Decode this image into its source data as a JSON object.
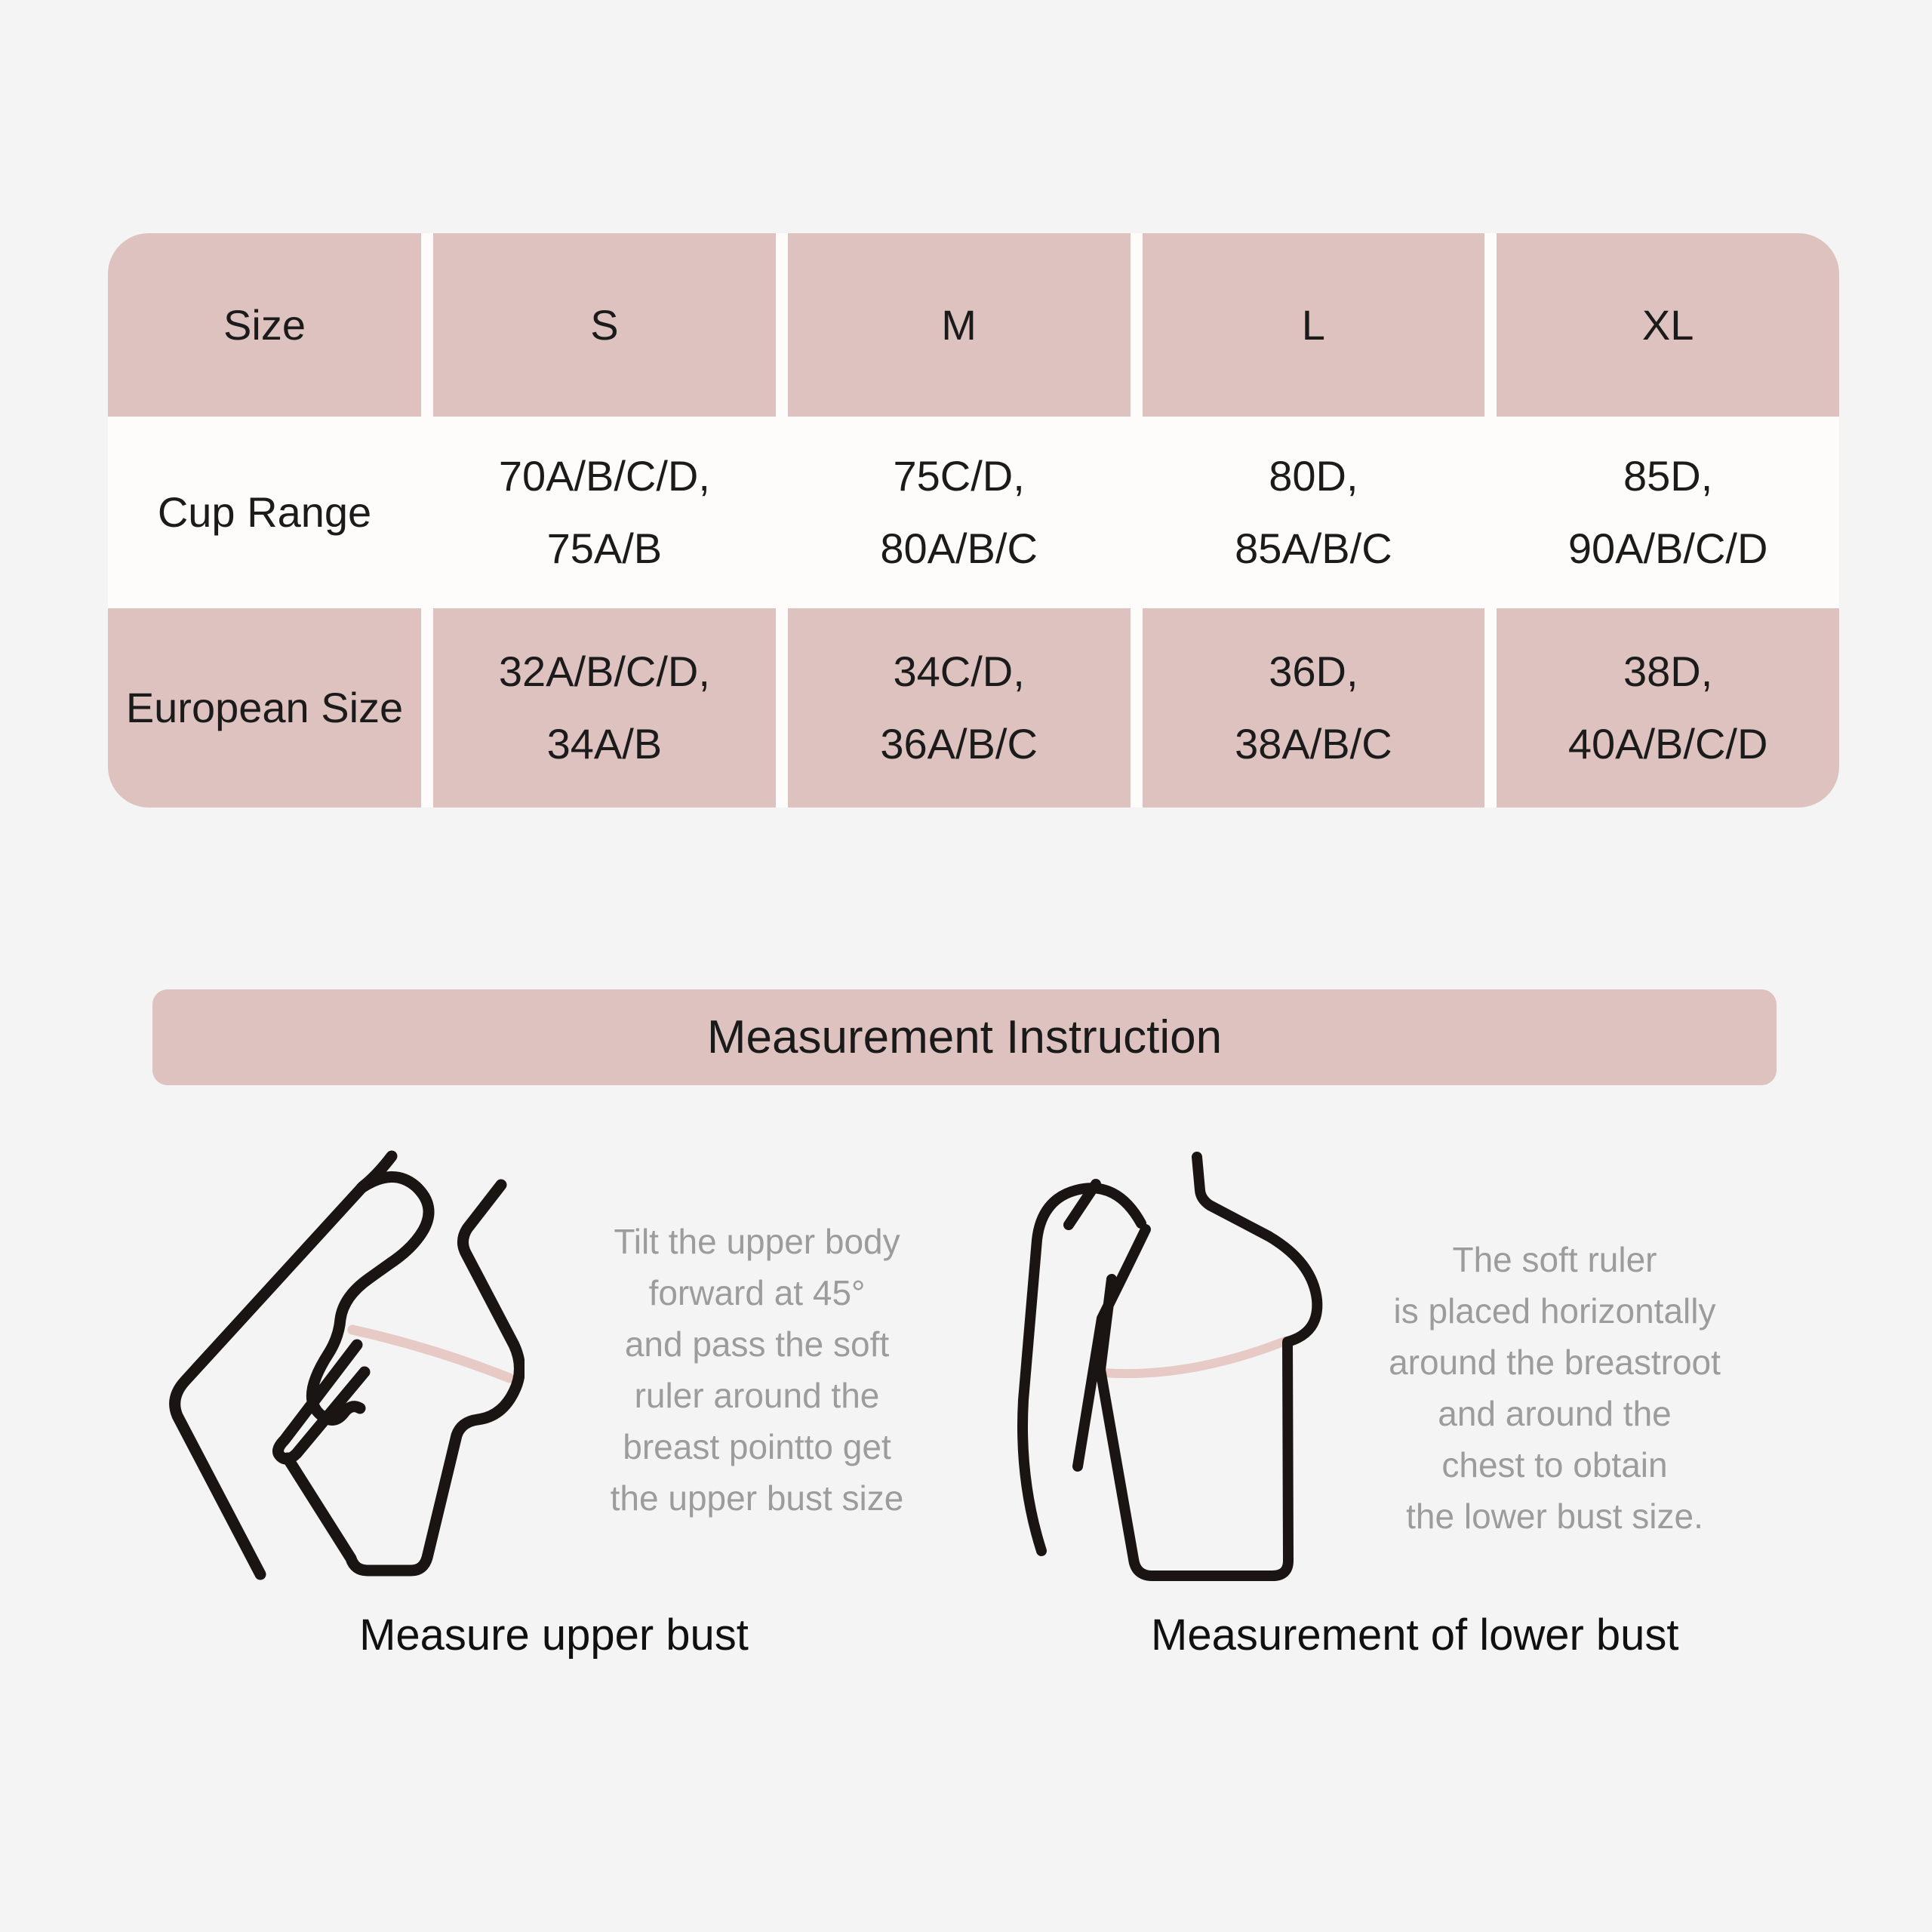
{
  "colors": {
    "page_background": "#f5f4f4",
    "cell_pink": "#ddc2bf",
    "table_white": "#fdfcfb",
    "table_text": "#1b1b1b",
    "instruction_text_gray": "#9c9c9c",
    "caption_text": "#101010",
    "figure_line": "#1a1512",
    "tape_pink": "#e7c9c5"
  },
  "size_table": {
    "header": [
      "Size",
      "S",
      "M",
      "L",
      "XL"
    ],
    "rows": [
      {
        "label": "Cup Range",
        "values": [
          [
            "70A/B/C/D,",
            "75A/B"
          ],
          [
            "75C/D,",
            "80A/B/C"
          ],
          [
            "80D,",
            "85A/B/C"
          ],
          [
            "85D,",
            "90A/B/C/D"
          ]
        ]
      },
      {
        "label": "European Size",
        "values": [
          [
            "32A/B/C/D,",
            "34A/B"
          ],
          [
            "34C/D,",
            "36A/B/C"
          ],
          [
            "36D,",
            "38A/B/C"
          ],
          [
            "38D,",
            "40A/B/C/D"
          ]
        ]
      }
    ]
  },
  "instruction": {
    "title": "Measurement Instruction",
    "left": {
      "lines": [
        "Tilt the upper body",
        "forward at 45°",
        "and pass the soft",
        "ruler around the",
        "breast pointto get",
        "the upper bust size"
      ],
      "caption": "Measure upper bust"
    },
    "right": {
      "lines": [
        "The soft ruler",
        "is placed horizontally",
        "around the breastroot",
        "and around the",
        "chest to obtain",
        "the lower bust size."
      ],
      "caption": "Measurement of lower bust"
    }
  }
}
